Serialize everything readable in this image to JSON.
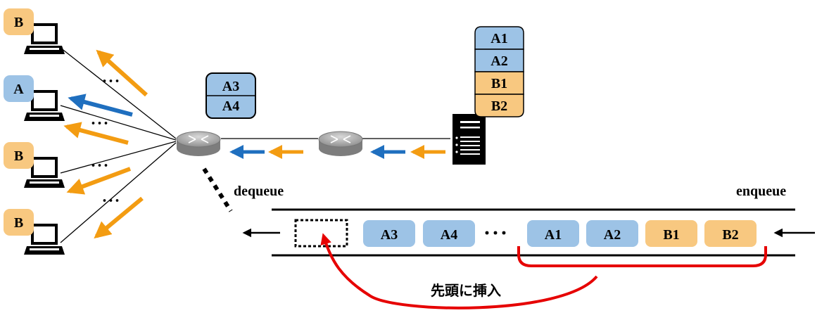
{
  "colors": {
    "a_fill": "#9dc3e6",
    "b_fill": "#f8c880",
    "arrow_blue": "#1f6fbf",
    "arrow_orange": "#f39c12",
    "highlight_red": "#e60000",
    "router_gray": "#9e9e9e"
  },
  "clients": [
    {
      "label": "B",
      "group": "b"
    },
    {
      "label": "A",
      "group": "a"
    },
    {
      "label": "B",
      "group": "b"
    },
    {
      "label": "B",
      "group": "b"
    }
  ],
  "router_buffer": [
    "A3",
    "A4"
  ],
  "server_stack": [
    {
      "label": "A1",
      "group": "a"
    },
    {
      "label": "A2",
      "group": "a"
    },
    {
      "label": "B1",
      "group": "b"
    },
    {
      "label": "B2",
      "group": "b"
    }
  ],
  "queue": {
    "dequeue_label": "dequeue",
    "enqueue_label": "enqueue",
    "packets_front": [
      {
        "label": "A3",
        "group": "a"
      },
      {
        "label": "A4",
        "group": "a"
      }
    ],
    "ellipsis": "･･･",
    "packets_back": [
      {
        "label": "A1",
        "group": "a"
      },
      {
        "label": "A2",
        "group": "a"
      },
      {
        "label": "B1",
        "group": "b"
      },
      {
        "label": "B2",
        "group": "b"
      }
    ],
    "insert_label": "先頭に挿入"
  },
  "dots": "･･･",
  "icons": {
    "client": "laptop-icon",
    "router": "router-icon",
    "server": "server-icon"
  }
}
